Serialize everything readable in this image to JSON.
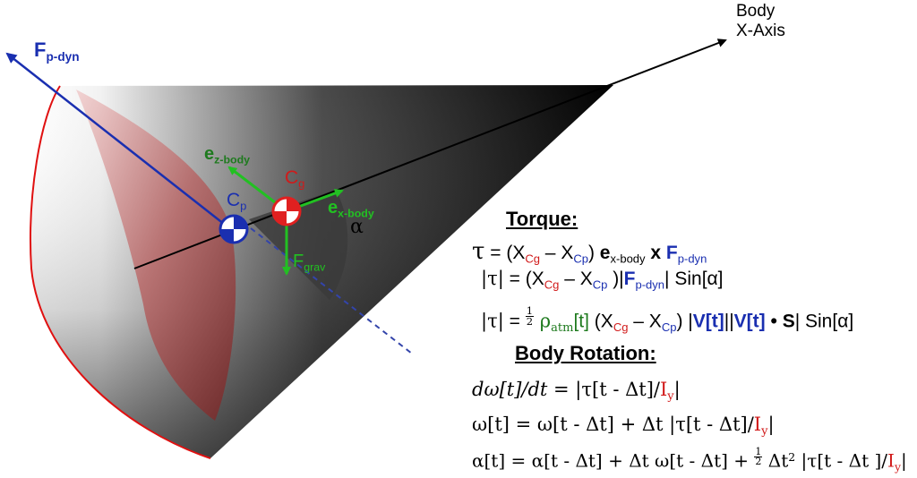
{
  "labels": {
    "body_axis_line1": "Body",
    "body_axis_line2": "X-Axis",
    "fp_dyn_main": "F",
    "fp_dyn_sub": "p-dyn",
    "ez_main": "e",
    "ez_sub": "z-body",
    "ex_main": "e",
    "ex_sub": "x-body",
    "cg_main": "C",
    "cg_sub": "g",
    "cp_main": "C",
    "cp_sub": "p",
    "alpha": "α",
    "fgrav_main": "F",
    "fgrav_sub": "grav"
  },
  "torque": {
    "heading": "Torque:",
    "eq1": {
      "lhs": "τ",
      "rhs_a": " = (X",
      "cg": "Cg",
      "rhs_b": " – X",
      "cp": "Cp",
      "rhs_c": ") ",
      "e": "e",
      "e_sub": "x-body",
      "cross": " x ",
      "f": "F",
      "f_sub": "p-dyn"
    },
    "eq2": {
      "lhs": "|τ|",
      "rhs_a": " = (X",
      "cg": "Cg",
      "rhs_b": " – X",
      "cp": "Cp",
      "rhs_c": " )|",
      "f": "F",
      "f_sub": "p-dyn",
      "rhs_d": "| Sin[α]"
    },
    "eq3": {
      "lhs": "|τ|",
      "rhs_a": " = ",
      "frac_num": "1",
      "frac_den": "2",
      "rho": " ρ",
      "rho_sub": "atm",
      "rho_t": "[t]",
      "rhs_b": " (X",
      "cg": "Cg",
      "rhs_c": " – X",
      "cp": "Cp",
      "rhs_d": ") |",
      "v1": "V[t]",
      "mid": "||",
      "v2": "V[t]",
      "dot": " • ",
      "s": "S",
      "rhs_e": "| Sin[α]"
    }
  },
  "rotation": {
    "heading": "Body Rotation:",
    "eq1": {
      "lhs": "dω[t]/dt",
      "rhs_a": " = |",
      "tau": "τ",
      "rhs_b": "[t - Δt]/",
      "i": "I",
      "i_sub": "y",
      "rhs_c": "|"
    },
    "eq2": {
      "lhs": "ω[t]",
      "rhs_a": " = ω[t - Δt] + Δt |",
      "tau": "τ",
      "rhs_b": "[t - Δt]/",
      "i": "I",
      "i_sub": "y",
      "rhs_c": "|"
    },
    "eq3": {
      "lhs": "α[t]",
      "rhs_a": " = α[t - Δt] + Δt ω[t - Δt] + ",
      "frac_num": "1",
      "frac_den": "2",
      "rhs_b": " Δt",
      "sq": "2",
      "rhs_c": " |",
      "tau": "τ",
      "rhs_d": "[t - Δt ]/",
      "i": "I",
      "i_sub": "y",
      "rhs_e": "|"
    }
  },
  "colors": {
    "force_blue": "#1a2fb0",
    "cg_red": "#e02020",
    "body_vector_green": "#22c022",
    "rim_red": "#e01010"
  }
}
